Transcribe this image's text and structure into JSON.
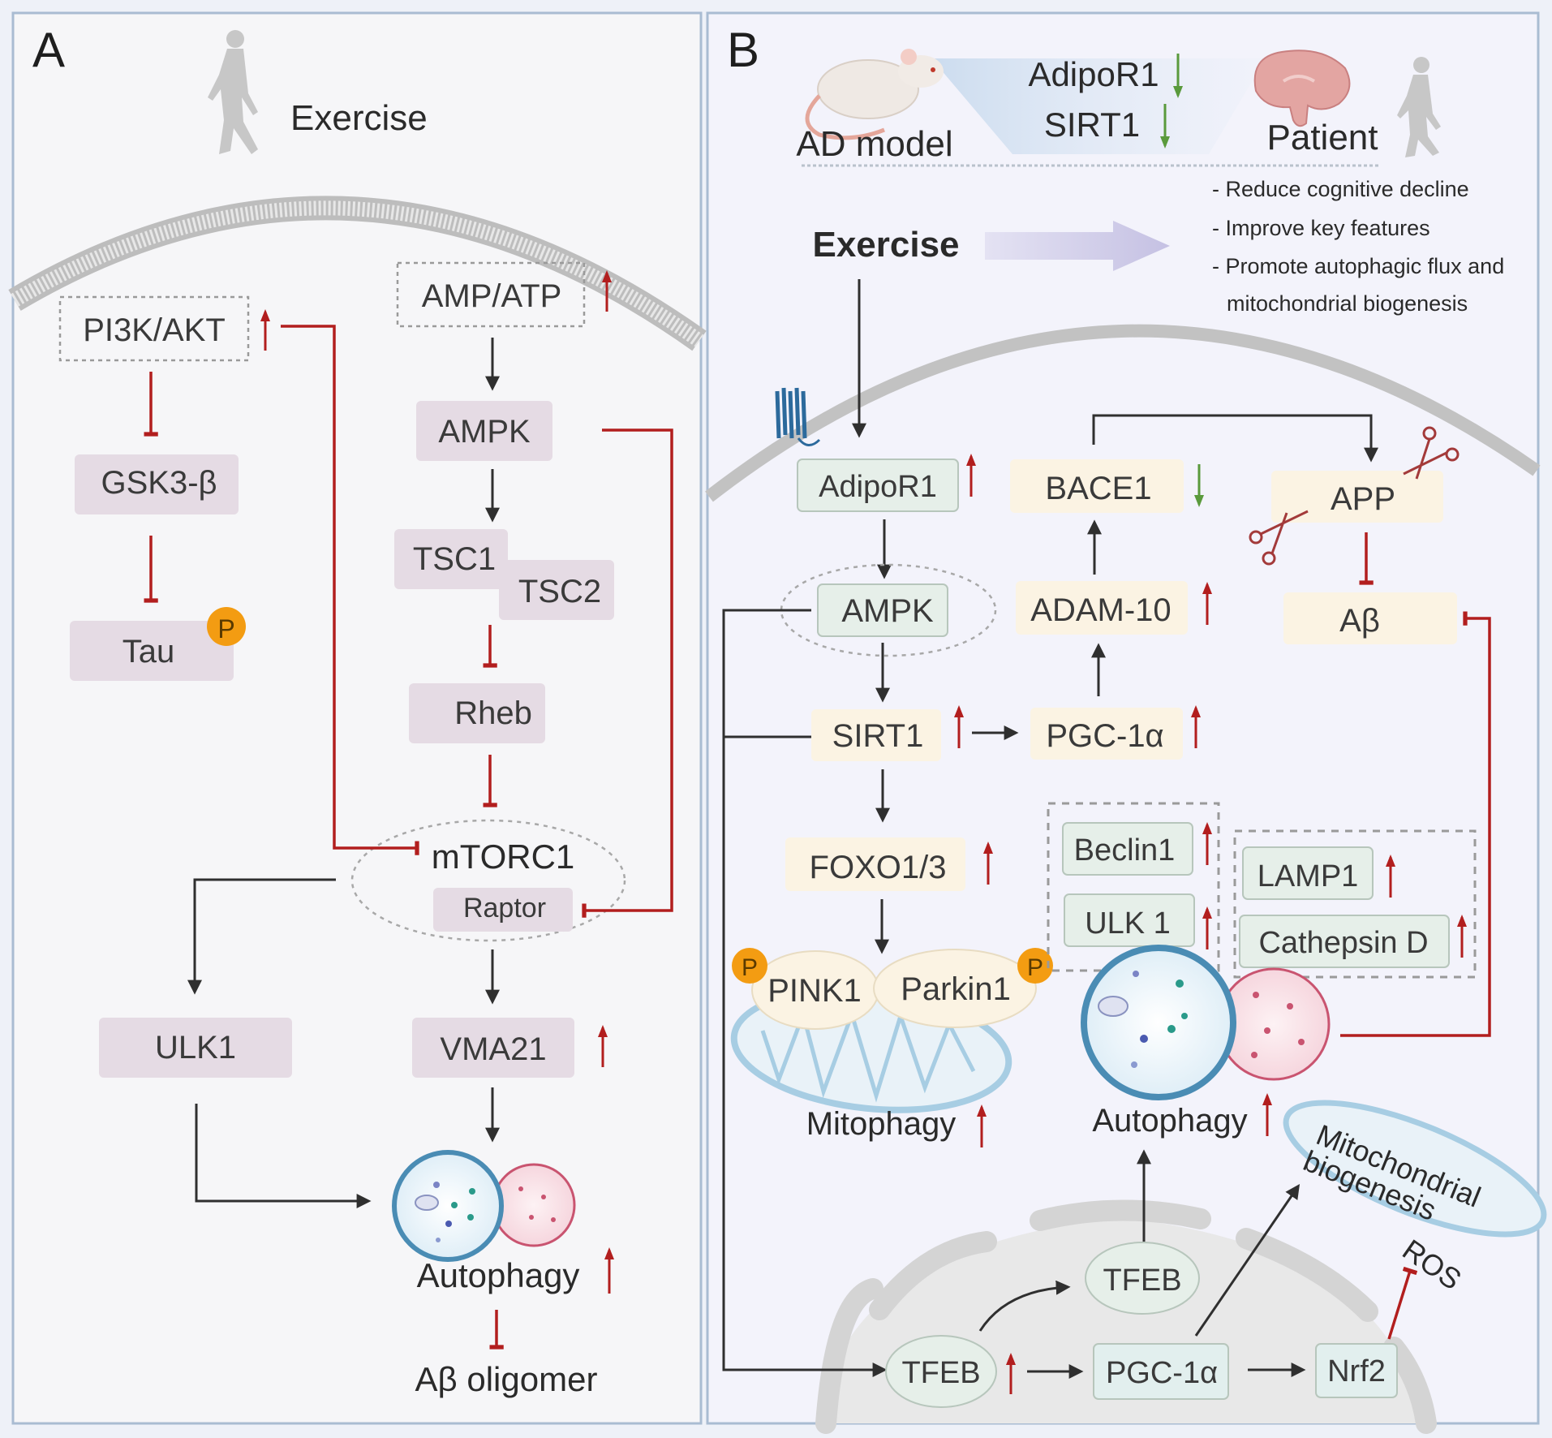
{
  "panel_a": {
    "label": "A",
    "exercise": "Exercise",
    "nodes": {
      "pi3k_akt": "PI3K/AKT",
      "amp_atp": "AMP/ATP",
      "ampk": "AMPK",
      "gsk3b": "GSK3-β",
      "tsc1": "TSC1",
      "tsc2": "TSC2",
      "tau": "Tau",
      "rheb": "Rheb",
      "mtorc1": "mTORC1",
      "raptor": "Raptor",
      "ulk1": "ULK1",
      "vma21": "VMA21",
      "autophagy": "Autophagy",
      "abeta_oligomer": "Aβ oligomer"
    },
    "phospho_badge": "P"
  },
  "panel_b": {
    "label": "B",
    "header": {
      "ad_model": "AD model",
      "patient": "Patient",
      "markers": [
        "AdipoR1",
        "SIRT1"
      ]
    },
    "exercise": "Exercise",
    "outcomes": [
      "- Reduce cognitive decline",
      "- Improve key features",
      "- Promote autophagic flux and",
      "mitochondrial biogenesis"
    ],
    "nodes": {
      "adipor1": "AdipoR1",
      "bace1": "BACE1",
      "app": "APP",
      "ampk": "AMPK",
      "adam10": "ADAM-10",
      "abeta": "Aβ",
      "sirt1": "SIRT1",
      "pgc1a": "PGC-1α",
      "foxo": "FOXO1/3",
      "beclin1": "Beclin1",
      "ulk1": "ULK 1",
      "lamp1": "LAMP1",
      "cathepsin_d": "Cathepsin D",
      "pink1": "PINK1",
      "parkin1": "Parkin1",
      "mitophagy": "Mitophagy",
      "autophagy": "Autophagy",
      "mito_biogenesis_1": "Mitochondrial",
      "mito_biogenesis_2": "biogenesis",
      "ros": "ROS",
      "tfeb_cyto": "TFEB",
      "tfeb_nuc": "TFEB",
      "pgc1a_nuc": "PGC-1α",
      "nrf2": "Nrf2"
    },
    "phospho_badge": "P"
  },
  "colors": {
    "up_arrow": "#b21e1e",
    "down_arrow": "#5a9a3c",
    "inhibit": "#b21e1e",
    "activate": "#2f2f2f",
    "panel_a_box": "#e5dbe4",
    "panel_b_yellow_box": "#fbf3e3",
    "panel_b_green_box": "#e6efe9",
    "phospho": "#f39c12"
  }
}
